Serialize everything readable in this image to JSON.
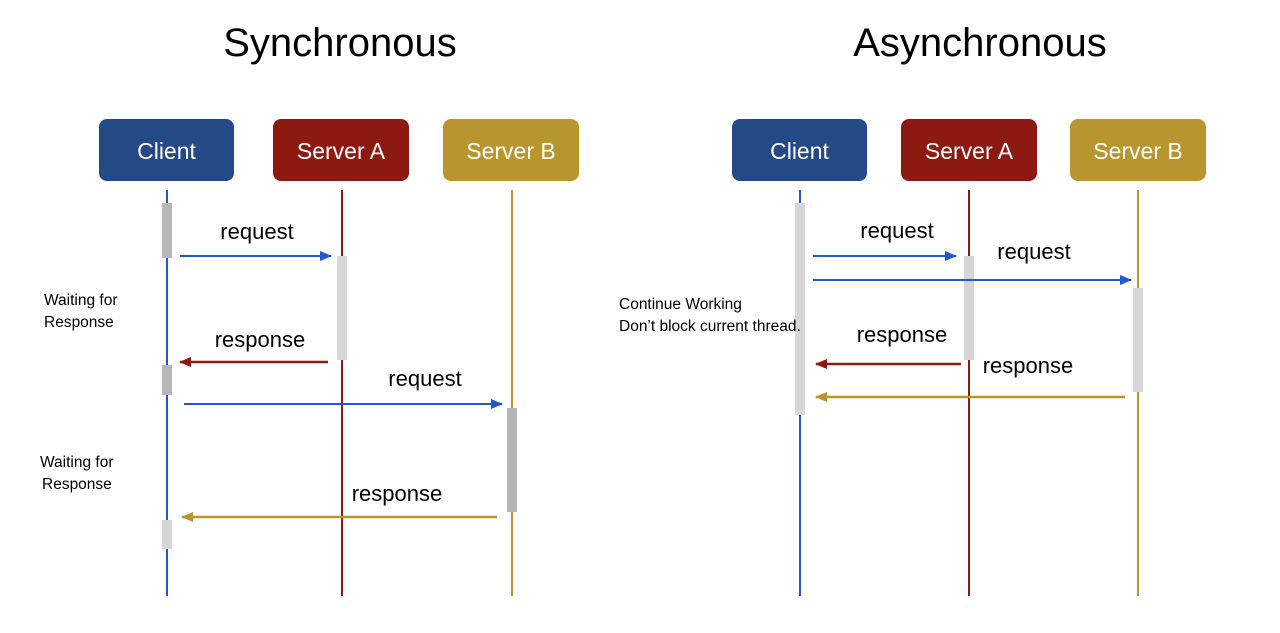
{
  "colors": {
    "client": "#244987",
    "server_a": "#8d1a12",
    "server_b": "#b9952f",
    "request_arrow": "#2257cf",
    "activation_dark": "#b7b7b7",
    "activation_light": "#d6d6d6"
  },
  "sync": {
    "title": "Synchronous",
    "participants": [
      "Client",
      "Server A",
      "Server B"
    ],
    "messages": [
      "request",
      "response",
      "request",
      "response"
    ],
    "notes": {
      "waiting_1": [
        "Waiting for",
        "Response"
      ],
      "waiting_2": [
        "Waiting for",
        "Response"
      ]
    }
  },
  "async": {
    "title": "Asynchronous",
    "participants": [
      "Client",
      "Server A",
      "Server B"
    ],
    "messages": [
      "request",
      "request",
      "response",
      "response"
    ],
    "notes": {
      "continue": [
        "Continue Working",
        "Don’t block current thread."
      ]
    }
  }
}
